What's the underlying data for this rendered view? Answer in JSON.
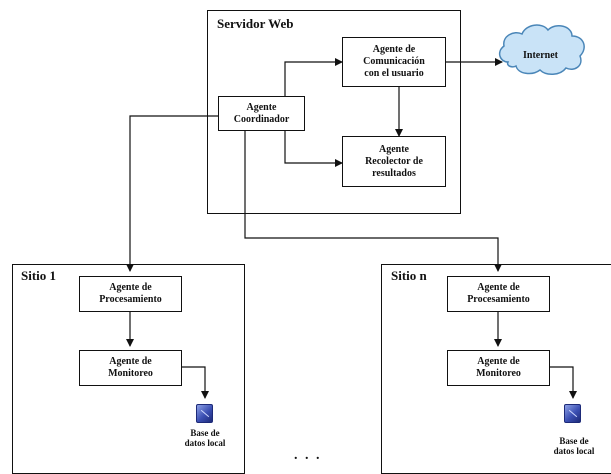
{
  "servidor": {
    "title": "Servidor Web",
    "coordinador": [
      "Agente",
      "Coordinador"
    ],
    "comunicacion": [
      "Agente de",
      "Comunicación",
      "con el usuario"
    ],
    "recolector": [
      "Agente",
      "Recolector de",
      "resultados"
    ]
  },
  "internet": {
    "label": "Internet"
  },
  "sitio1": {
    "title": "Sitio 1",
    "procesamiento": [
      "Agente de",
      "Procesamiento"
    ],
    "monitoreo": [
      "Agente de",
      "Monitoreo"
    ],
    "db": [
      "Base de",
      "datos local"
    ]
  },
  "sition": {
    "title": "Sitio n",
    "procesamiento": [
      "Agente de",
      "Procesamiento"
    ],
    "monitoreo": [
      "Agente de",
      "Monitoreo"
    ],
    "db": [
      "Base de",
      "datos local"
    ]
  },
  "ellipsis": ". . .",
  "colors": {
    "line": "#111111",
    "cloud_fill": "#c9e3f7",
    "cloud_stroke": "#4a86b8",
    "db": "#3b4fb3"
  }
}
